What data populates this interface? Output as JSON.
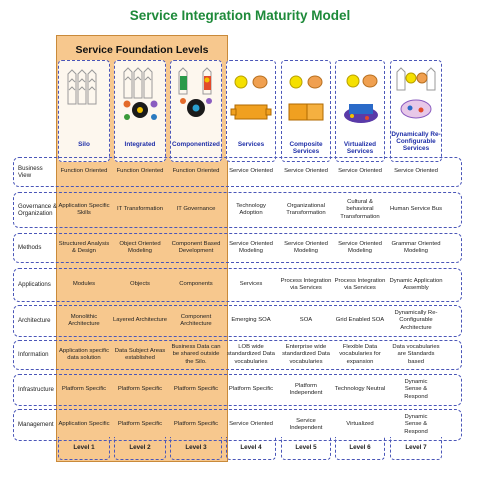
{
  "title": "Service Integration Maturity Model",
  "foundation_label": "Service Foundation Levels",
  "columns": [
    {
      "name": "Silo",
      "level": "Level 1"
    },
    {
      "name": "Integrated",
      "level": "Level 2"
    },
    {
      "name": "Componentized",
      "level": "Level 3"
    },
    {
      "name": "Services",
      "level": "Level 4"
    },
    {
      "name": "Composite Services",
      "level": "Level 5"
    },
    {
      "name": "Virtualized Services",
      "level": "Level 6"
    },
    {
      "name": "Dynamically Re-Configurable Services",
      "level": "Level 7"
    }
  ],
  "rows": [
    {
      "label": "Business View",
      "cells": [
        "Function Oriented",
        "Function Oriented",
        "Function Oriented",
        "Service Oriented",
        "Service Oriented",
        "Service Oriented",
        "Service Oriented"
      ]
    },
    {
      "label": "Governance & Organization",
      "cells": [
        "Application Specific Skills",
        "IT Transformation",
        "IT Governance",
        "Technology Adoption",
        "Organizational Transformation",
        "Cultural & behavioral Transformation",
        "Human Service Bus"
      ]
    },
    {
      "label": "Methods",
      "cells": [
        "Structured Analysis & Design",
        "Object Oriented Modeling",
        "Component Based Development",
        "Service Oriented Modeling",
        "Service Oriented Modeling",
        "Service Oriented Modeling",
        "Grammar Oriented Modeling"
      ]
    },
    {
      "label": "Applications",
      "cells": [
        "Modules",
        "Objects",
        "Components",
        "Services",
        "Process Integration via Services",
        "Process Integration via Services",
        "Dynamic Application Assembly"
      ]
    },
    {
      "label": "Architecture",
      "cells": [
        "Monolithic Architecture",
        "Layered Architecture",
        "Component Architecture",
        "Emerging SOA",
        "SOA",
        "Grid Enabled SOA",
        "Dynamically Re-Configurable Architecture"
      ]
    },
    {
      "label": "Information",
      "cells": [
        "Application specific data solution",
        "Data Subject Areas established",
        "Business Data can be shared outside the Silo.",
        "LOB wide standardized Data vocabularies",
        "Enterprise wide standardized Data vocabularies",
        "Flexible Data vocabularies for expansion",
        "Data vocabularies are Standards based"
      ]
    },
    {
      "label": "Infrastructure",
      "cells": [
        "Platform Specific",
        "Platform Specific",
        "Platform Specific",
        "Platform Specific",
        "Platform Independent",
        "Technology Neutral",
        "Dynamic Sense & Respond"
      ]
    },
    {
      "label": "Management",
      "cells": [
        "Application Specific",
        "Platform Specific",
        "Platform Specific",
        "Service Oriented",
        "Service Independent",
        "Virtualized",
        "Dynamic Sense & Respond"
      ]
    }
  ],
  "colors": {
    "title": "#1e8a3a",
    "foundation_bg": "#f7c88e",
    "dashed_border": "#4a56b8",
    "column_name": "#1f2fa8"
  }
}
